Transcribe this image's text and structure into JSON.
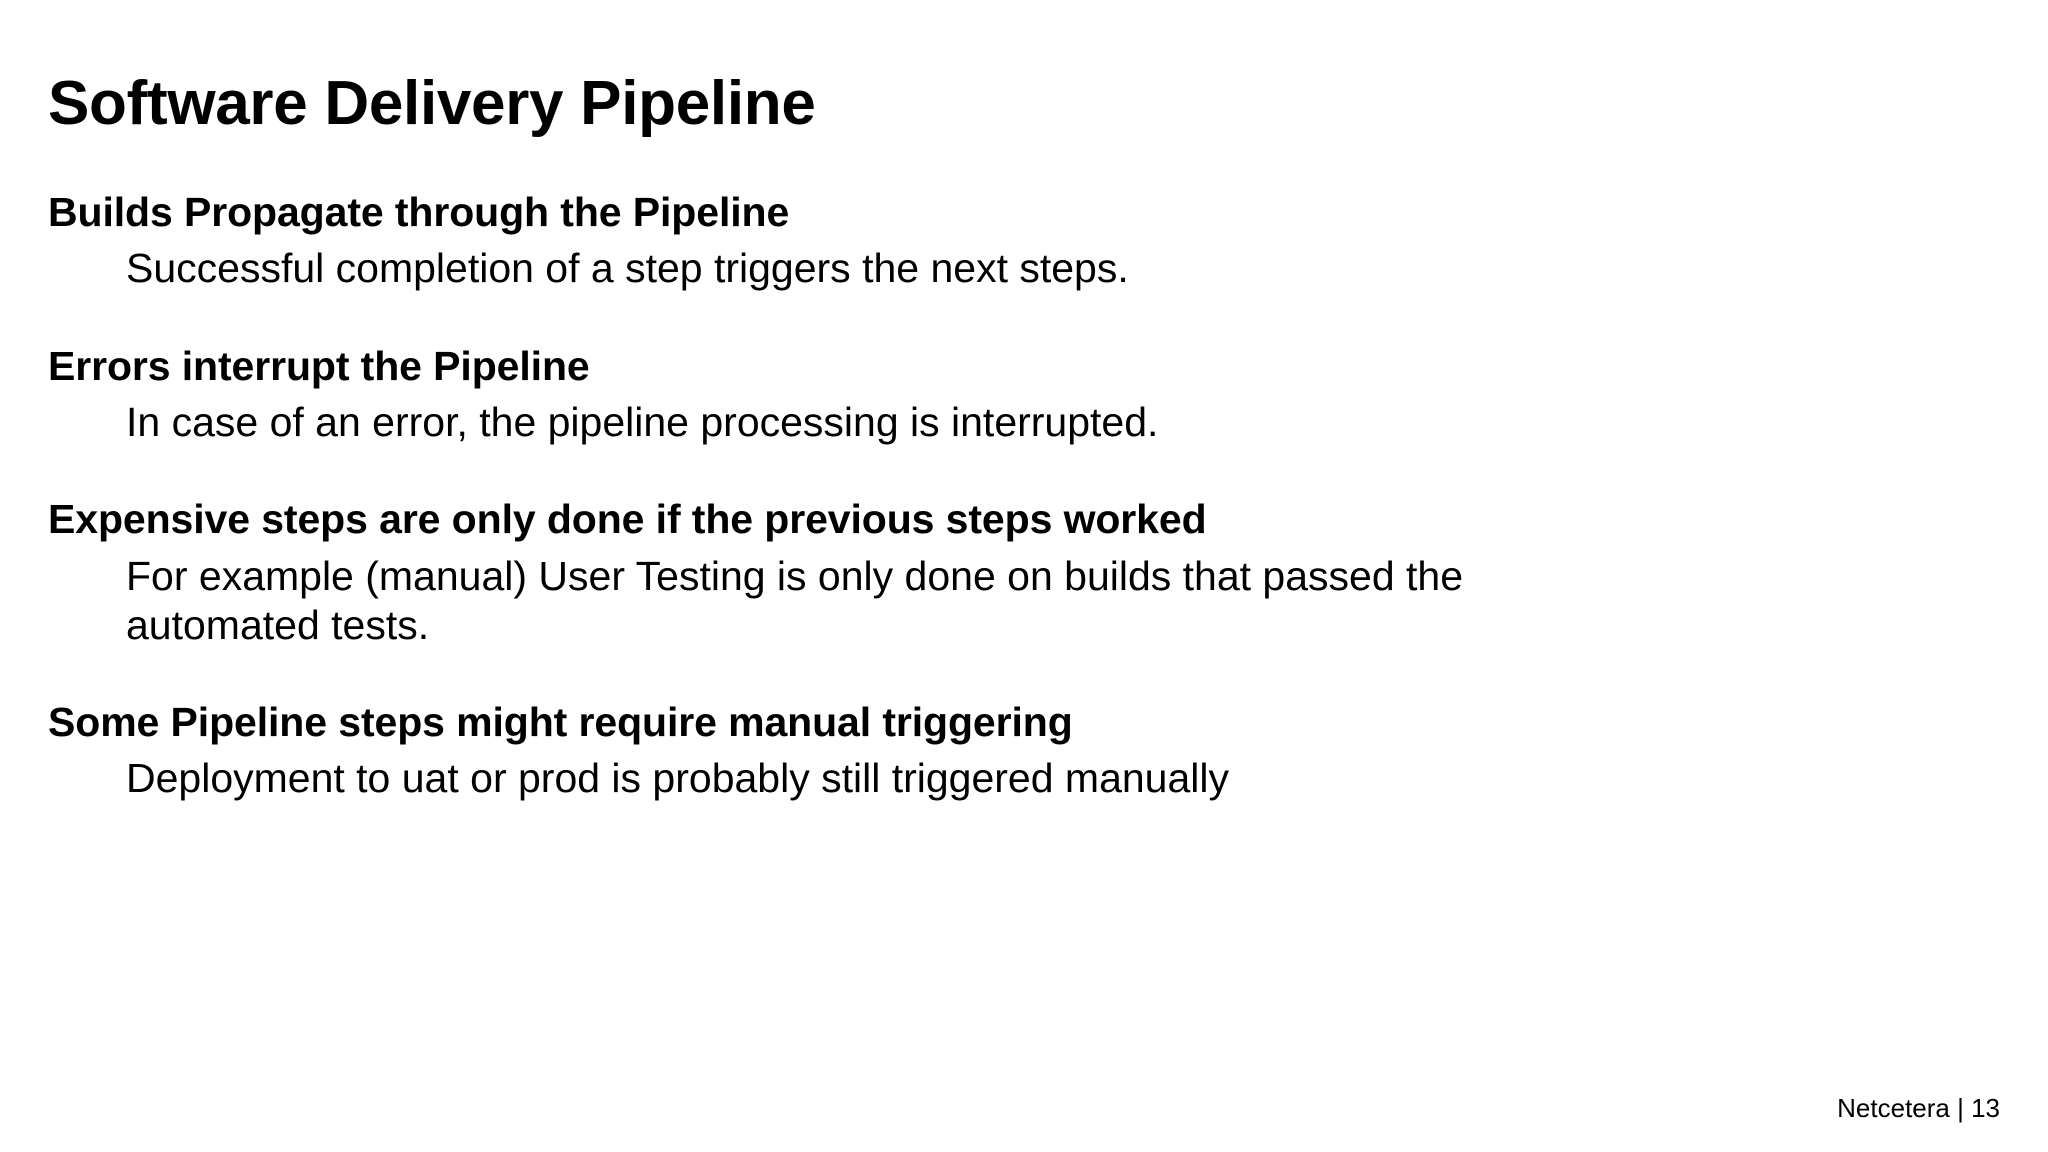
{
  "slide": {
    "title": "Software Delivery Pipeline",
    "background_color": "#ffffff",
    "text_color": "#000000",
    "blocks": [
      {
        "heading": "Builds Propagate through the Pipeline",
        "body": "Successful completion of a step triggers the next steps."
      },
      {
        "heading": "Errors interrupt the Pipeline",
        "body": "In case of an error, the pipeline processing is interrupted."
      },
      {
        "heading": "Expensive steps are only done if the previous steps worked",
        "body": "For example (manual) User Testing is only done on builds that passed the automated tests."
      },
      {
        "heading": "Some Pipeline steps might require manual triggering",
        "body": "Deployment to uat or prod is probably still triggered manually"
      }
    ],
    "footer": {
      "text": "Netcetera | 13",
      "brand": "Netcetera",
      "separator": "|",
      "page_number": "13"
    }
  }
}
